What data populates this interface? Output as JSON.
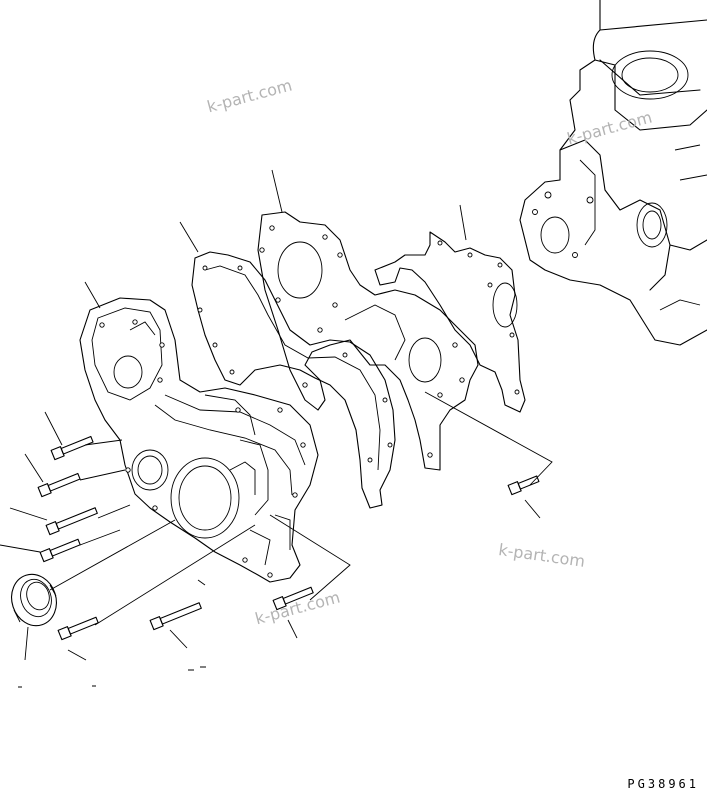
{
  "watermarks": [
    "k-part.com",
    "k-part.com",
    "k-part.com",
    "k-part.com"
  ],
  "drawing_code": "PG38961",
  "colors": {
    "line": "#000000",
    "watermark": "#b4b4b4",
    "background": "#ffffff"
  }
}
